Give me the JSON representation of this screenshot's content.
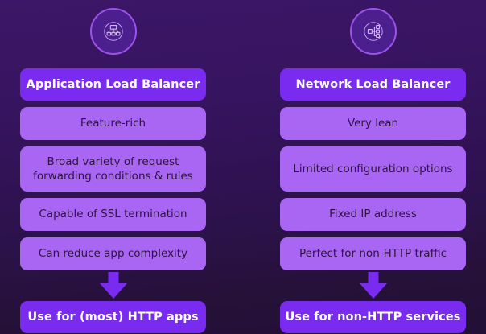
{
  "theme": {
    "background_top": "#3c1668",
    "background_bottom": "#221036",
    "primary_pill": "#7a2bf0",
    "feature_box": "#a966f2",
    "badge_border": "#9d52ea",
    "badge_fill": "#4b1f8e",
    "primary_text": "#ffffff",
    "feature_text": "#2d1442",
    "arrow_color": "#7a2bf0"
  },
  "columns": [
    {
      "icon_name": "application-load-balancer-icon",
      "title": "Application Load Balancer",
      "features": [
        "Feature-rich",
        "Broad variety of request forwarding conditions & rules",
        "Capable of SSL termination",
        "Can reduce app complexity"
      ],
      "arrow_name": "down-arrow-icon",
      "conclusion": "Use for (most) HTTP apps"
    },
    {
      "icon_name": "network-load-balancer-icon",
      "title": "Network Load Balancer",
      "features": [
        "Very lean",
        "Limited configuration options",
        "Fixed IP address",
        "Perfect for non-HTTP traffic"
      ],
      "arrow_name": "down-arrow-icon",
      "conclusion": "Use for non-HTTP services"
    }
  ]
}
